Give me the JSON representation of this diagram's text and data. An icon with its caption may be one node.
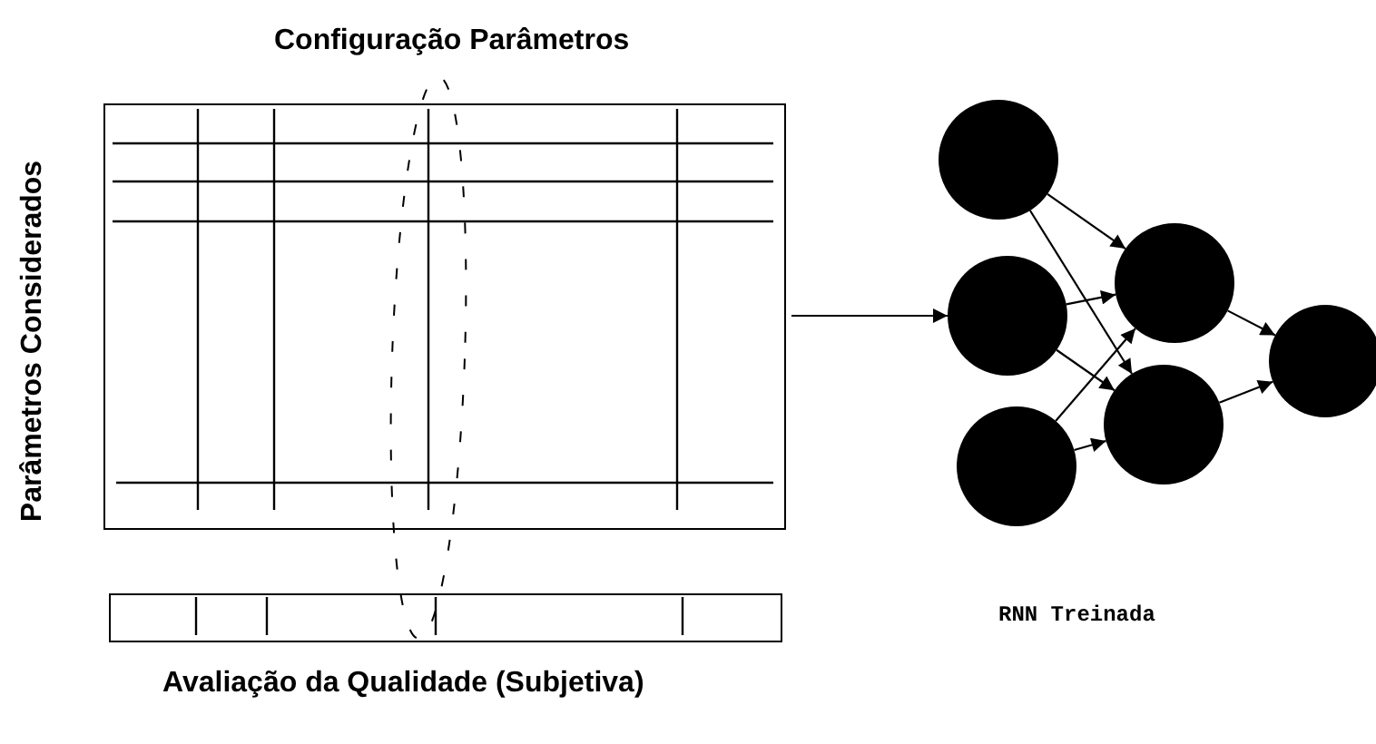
{
  "diagram": {
    "nodes": [
      {
        "text": [],
        "shape": "box"
      },
      {
        "text": [],
        "shape": "bar"
      },
      {
        "text": [],
        "shape": "circle"
      },
      {
        "text": [],
        "shape": "circle"
      },
      {
        "text": [],
        "shape": "circle"
      },
      {
        "text": [],
        "shape": "circle"
      },
      {
        "text": [],
        "shape": "circle"
      },
      {
        "text": [],
        "shape": "circle"
      },
      {
        "text": [],
        "shape": "ellipse"
      }
    ],
    "edges": [
      {
        "from": 0,
        "to": 3,
        "arrow": "to"
      },
      {
        "from": 2,
        "to": 5,
        "arrow": "to"
      },
      {
        "from": 2,
        "to": 6,
        "arrow": "to"
      },
      {
        "from": 3,
        "to": 5,
        "arrow": "to"
      },
      {
        "from": 3,
        "to": 6,
        "arrow": "to"
      },
      {
        "from": 4,
        "to": 5,
        "arrow": "to"
      },
      {
        "from": 4,
        "to": 6,
        "arrow": "to"
      },
      {
        "from": 5,
        "to": 7,
        "arrow": "to"
      },
      {
        "from": 6,
        "to": 7,
        "arrow": "to"
      }
    ],
    "labels": [
      "Configuração Parâmetros",
      "Parâmetros Considerados",
      "RNN Treinada",
      "Avaliação da Qualidade (Subjetiva)"
    ]
  }
}
